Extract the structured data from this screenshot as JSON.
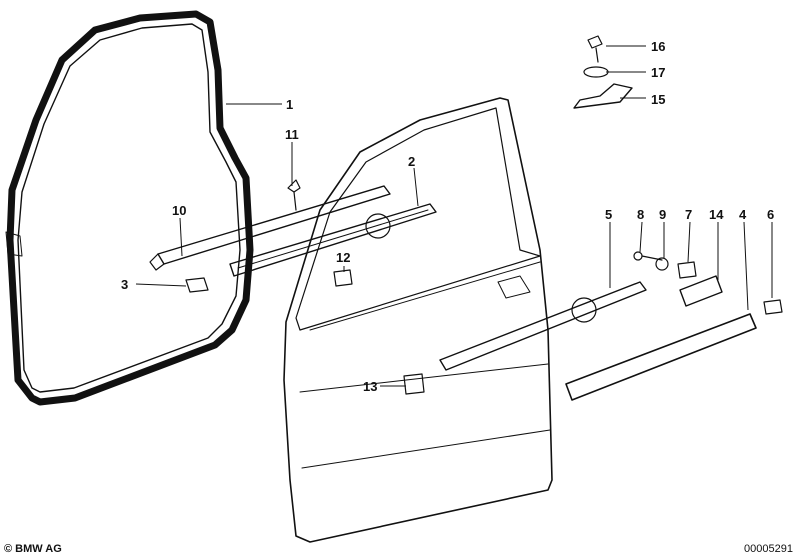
{
  "callouts": [
    "1",
    "2",
    "3",
    "4",
    "5",
    "6",
    "7",
    "8",
    "9",
    "10",
    "11",
    "12",
    "13",
    "14",
    "15",
    "16",
    "17"
  ],
  "footer": {
    "copyright": "© BMW AG",
    "doc_number": "00005291"
  }
}
